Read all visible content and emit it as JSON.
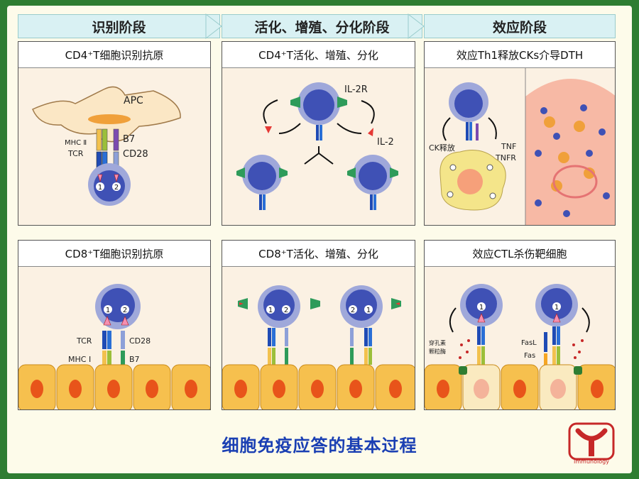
{
  "stages": {
    "recognition": "识别阶段",
    "activation": "活化、增殖、分化阶段",
    "effector": "效应阶段"
  },
  "panels": {
    "cd4_recognition": {
      "title": "CD4⁺T细胞识别抗原",
      "apc": "APC",
      "mhc": "MHC Ⅱ",
      "tcr": "TCR",
      "b7": "B7",
      "cd28": "CD28",
      "sig1": "1",
      "sig2": "2"
    },
    "cd4_activation": {
      "title": "CD4⁺T活化、增殖、分化",
      "il2r": "IL-2R",
      "il2": "IL-2"
    },
    "th1_dth": {
      "title": "效应Th1释放CKs介导DTH",
      "ck_release": "CK释放",
      "tnf": "TNF",
      "tnfr": "TNFR"
    },
    "cd8_recognition": {
      "title": "CD8⁺T细胞识别抗原",
      "tcr": "TCR",
      "cd28": "CD28",
      "mhc": "MHC Ⅰ",
      "b7": "B7",
      "sig1": "1",
      "sig2": "2"
    },
    "cd8_activation": {
      "title": "CD8⁺T活化、增殖、分化",
      "left_sig1": "1",
      "left_sig2": "2",
      "right_sig1": "2",
      "right_sig2": "1"
    },
    "ctl_kill": {
      "title": "效应CTL杀伤靶细胞",
      "perforin": "穿孔素",
      "granzyme": "颗粒酶",
      "fasl": "FasL",
      "fas": "Fas",
      "sig_left": "1",
      "sig_right": "1"
    }
  },
  "main_title": "细胞免疫应答的基本过程",
  "logo_text": "Immunology",
  "colors": {
    "background": "#2e7d32",
    "title": "#1a3fb3",
    "cell": "#3f51b5",
    "stage": "#d9f1f3",
    "logo": "#c62828"
  }
}
